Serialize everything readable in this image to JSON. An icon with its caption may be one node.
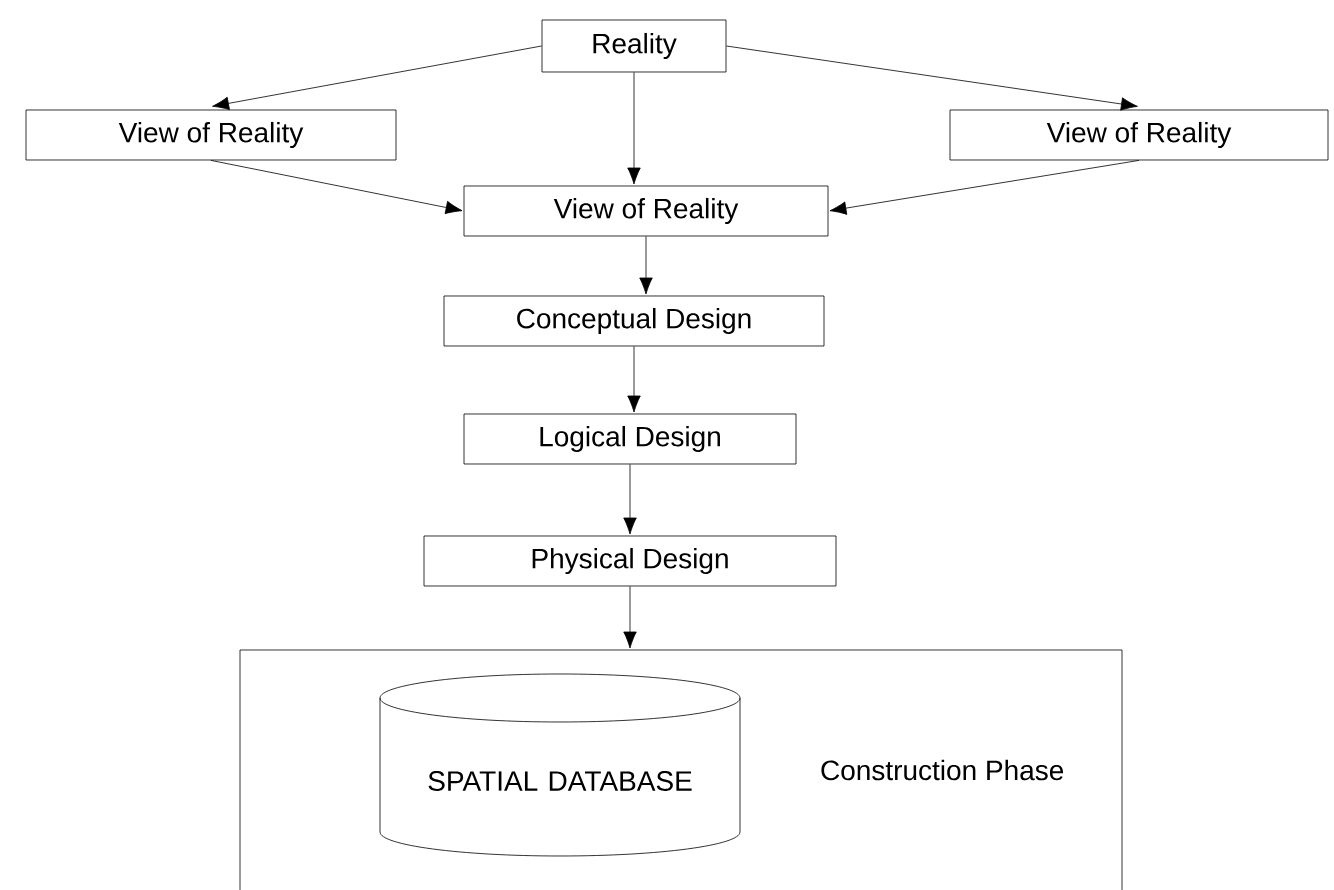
{
  "diagram": {
    "nodes": [
      {
        "text": [
          "Reality"
        ]
      },
      {
        "text": [
          "View of Reality"
        ]
      },
      {
        "text": [
          "View of Reality"
        ]
      },
      {
        "text": [
          "View of Reality"
        ]
      },
      {
        "text": [
          "Conceptual Design"
        ]
      },
      {
        "text": [
          "Logical Design"
        ]
      },
      {
        "text": [
          "Physical Design"
        ]
      },
      {
        "text": [
          "Construction Phase"
        ]
      },
      {
        "text": [
          "SPATIAL DATABASE"
        ],
        "in": 7
      }
    ],
    "edges": [
      {
        "from": 0,
        "to": 1,
        "arrow": "to"
      },
      {
        "from": 0,
        "to": 2,
        "arrow": "to"
      },
      {
        "from": 0,
        "to": 3,
        "arrow": "to"
      },
      {
        "from": 1,
        "to": 3,
        "arrow": "to"
      },
      {
        "from": 2,
        "to": 3,
        "arrow": "to"
      },
      {
        "from": 3,
        "to": 4,
        "arrow": "to"
      },
      {
        "from": 4,
        "to": 5,
        "arrow": "to"
      },
      {
        "from": 5,
        "to": 6,
        "arrow": "to"
      },
      {
        "from": 6,
        "to": 7,
        "arrow": "to"
      }
    ]
  }
}
